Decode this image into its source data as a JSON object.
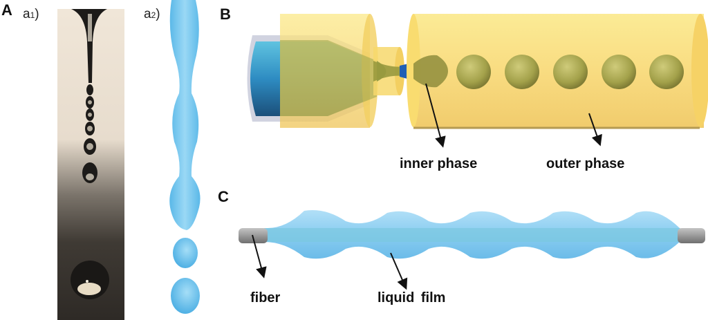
{
  "panels": {
    "A": {
      "letter": "A",
      "sub1": {
        "prefix": "a",
        "index": "1",
        "suffix": ")"
      },
      "sub2": {
        "prefix": "a",
        "index": "2",
        "suffix": ")"
      }
    },
    "B": {
      "letter": "B",
      "labels": [
        "inner phase",
        "outer phase"
      ]
    },
    "C": {
      "letter": "C",
      "labels": [
        "fiber",
        "liquid film"
      ]
    }
  },
  "colors": {
    "outer_phase_yellow": "#f9dc6a",
    "inner_phase_olive": "#a8a64a",
    "capillary_blue": "#3a8fc7",
    "film_blue": "#8fd0f2",
    "fiber_gray": "#9a9a9a",
    "photo_bg_top": "#efe5d6",
    "photo_bg_bottom": "#3d3832"
  }
}
